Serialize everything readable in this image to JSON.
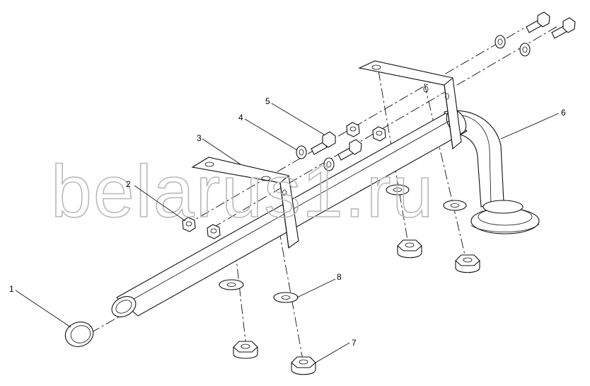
{
  "diagram": {
    "callouts": [
      {
        "label": "1"
      },
      {
        "label": "2"
      },
      {
        "label": "3"
      },
      {
        "label": "4"
      },
      {
        "label": "5"
      },
      {
        "label": "6"
      },
      {
        "label": "7"
      },
      {
        "label": "8"
      }
    ]
  },
  "watermark": {
    "text": "belarus1.ru",
    "color": "#b9b9b9"
  }
}
